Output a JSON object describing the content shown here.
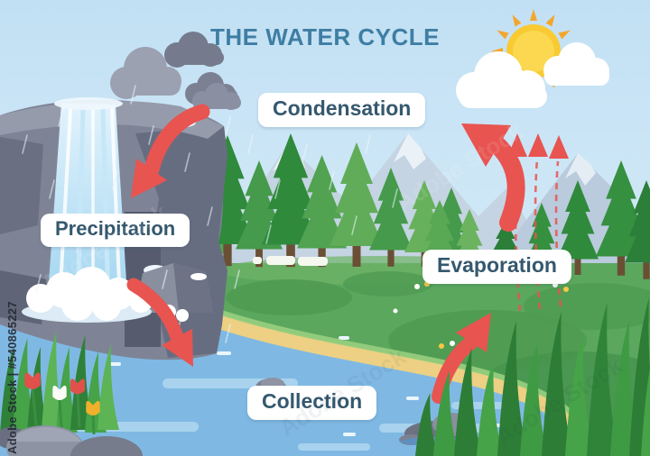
{
  "title": "THE WATER CYCLE",
  "diagram_type": "water-cycle",
  "labels": {
    "condensation": "Condensation",
    "precipitation": "Precipitation",
    "evaporation": "Evaporation",
    "collection": "Collection"
  },
  "cycle_stages": [
    "Evaporation",
    "Condensation",
    "Precipitation",
    "Collection"
  ],
  "watermark": {
    "side": "Adobe Stock | #540865227",
    "ghost": "Adobe Stock"
  },
  "colors": {
    "title_text": "#3f7ea3",
    "label_text": "#35586e",
    "label_bg": "#ffffff",
    "arrow_red": "#e85450",
    "sky_top": "#c2e0f4",
    "sky_bottom": "#ddf0fa",
    "water": "#7fb9e3",
    "field_green": "#5ba75e",
    "sand": "#edd083",
    "sun_core": "#f9ca32",
    "sun_rays": "#f4a62a",
    "storm_cloud": "#7b8193",
    "cliff_gray": "#7e8496"
  }
}
